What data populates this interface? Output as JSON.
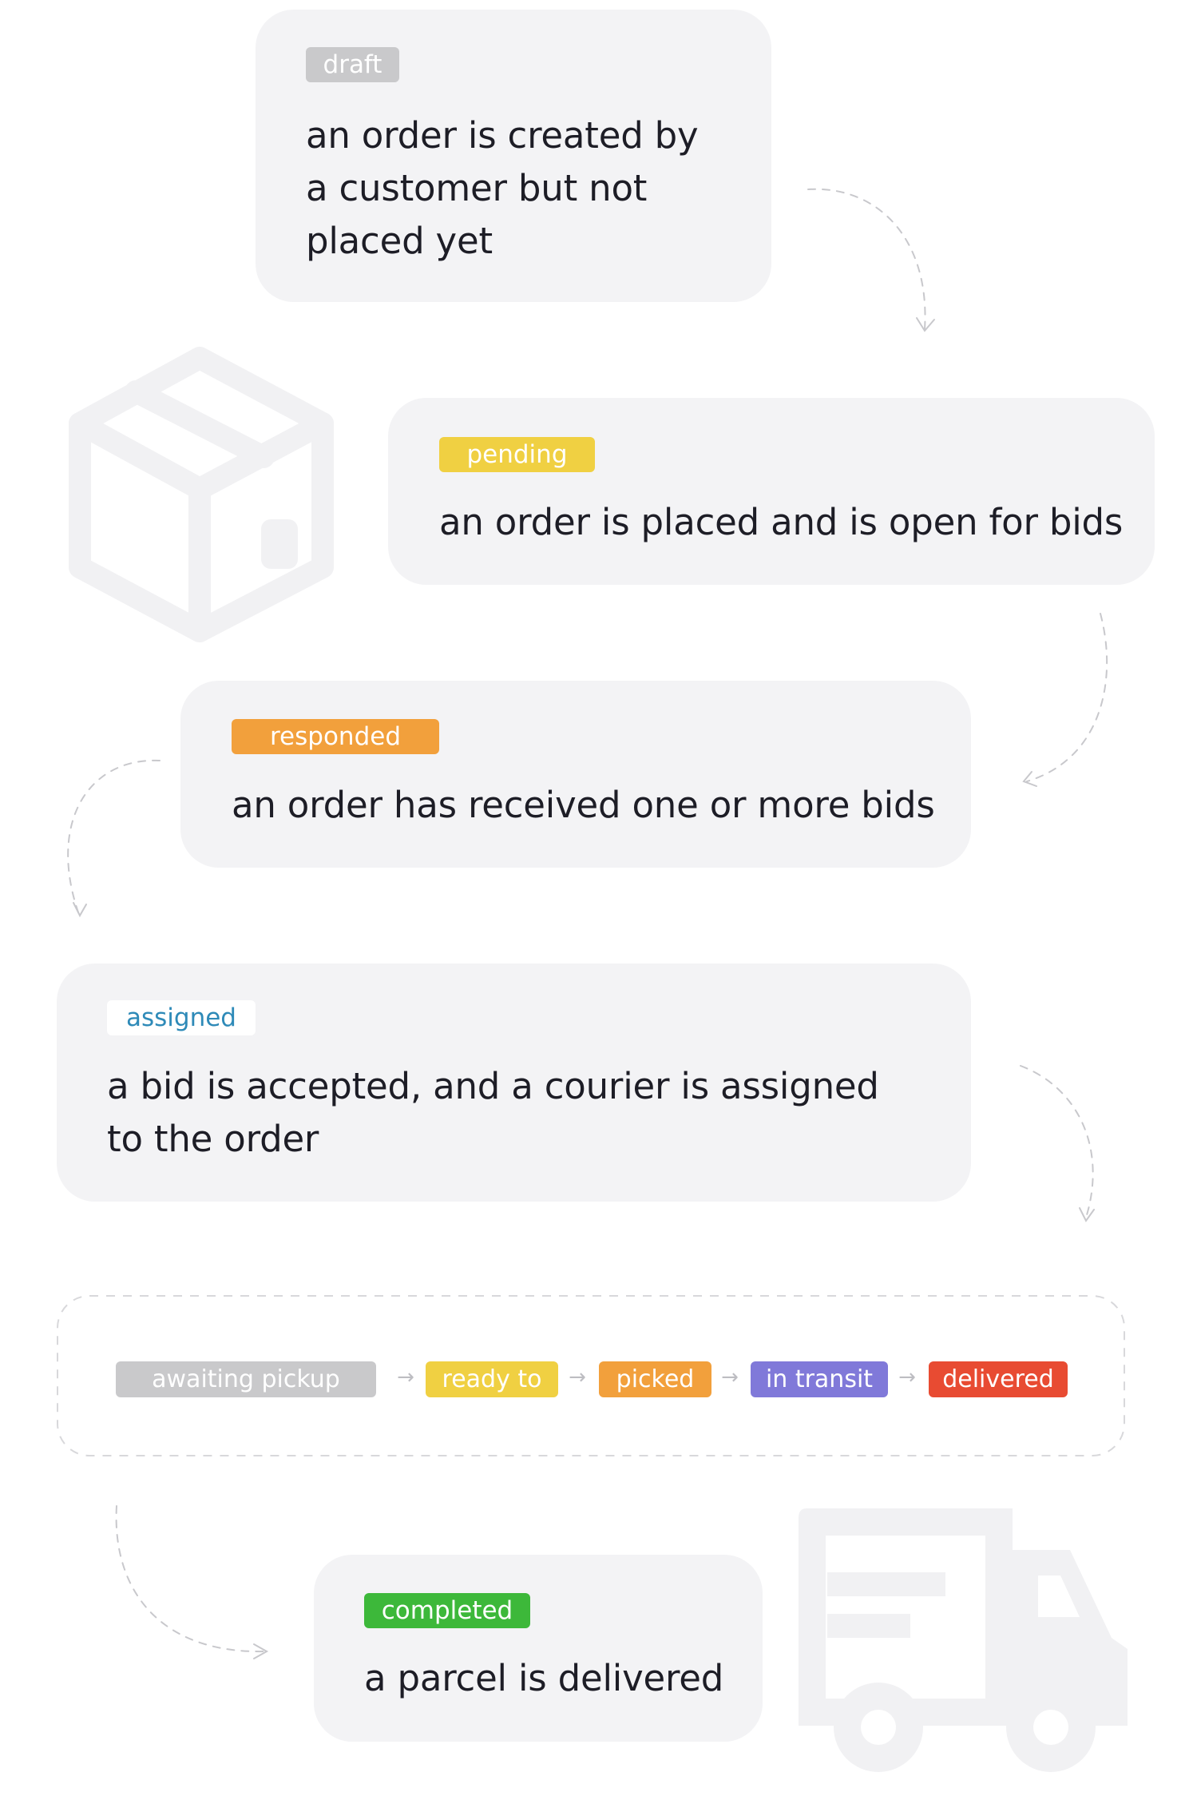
{
  "stages": [
    {
      "id": "draft",
      "badge": "draft",
      "badge_color": "#c9c9cb",
      "lines": [
        "an order is created by",
        "a customer but not",
        "placed yet"
      ]
    },
    {
      "id": "pending",
      "badge": "pending",
      "badge_color": "#f0d042",
      "lines": [
        "an order is placed and is open for bids"
      ]
    },
    {
      "id": "responded",
      "badge": "responded",
      "badge_color": "#f2a03c",
      "lines": [
        "an order has received one or more bids"
      ]
    },
    {
      "id": "assigned",
      "badge": "assigned",
      "badge_color": "#ffffff",
      "badge_text_color": "#2e8ab8",
      "lines": [
        "a bid is accepted, and a courier is assigned",
        "to the order"
      ]
    },
    {
      "id": "completed",
      "badge": "completed",
      "badge_color": "#3db83a",
      "lines": [
        "a parcel is delivered"
      ]
    }
  ],
  "delivery_flow": {
    "steps": [
      {
        "label": "awaiting pickup",
        "color": "#c9c9cb"
      },
      {
        "label": "ready to",
        "color": "#f0d042"
      },
      {
        "label": "picked",
        "color": "#f2a03c"
      },
      {
        "label": "in transit",
        "color": "#8079d9"
      },
      {
        "label": "delivered",
        "color": "#e84b32"
      }
    ],
    "arrow_glyph": "→"
  },
  "decor": {
    "card_background": "#f3f3f5",
    "icon_color": "#f1f1f3",
    "connector_color": "#c8c8cc",
    "icons": [
      "box-icon",
      "truck-icon"
    ]
  }
}
